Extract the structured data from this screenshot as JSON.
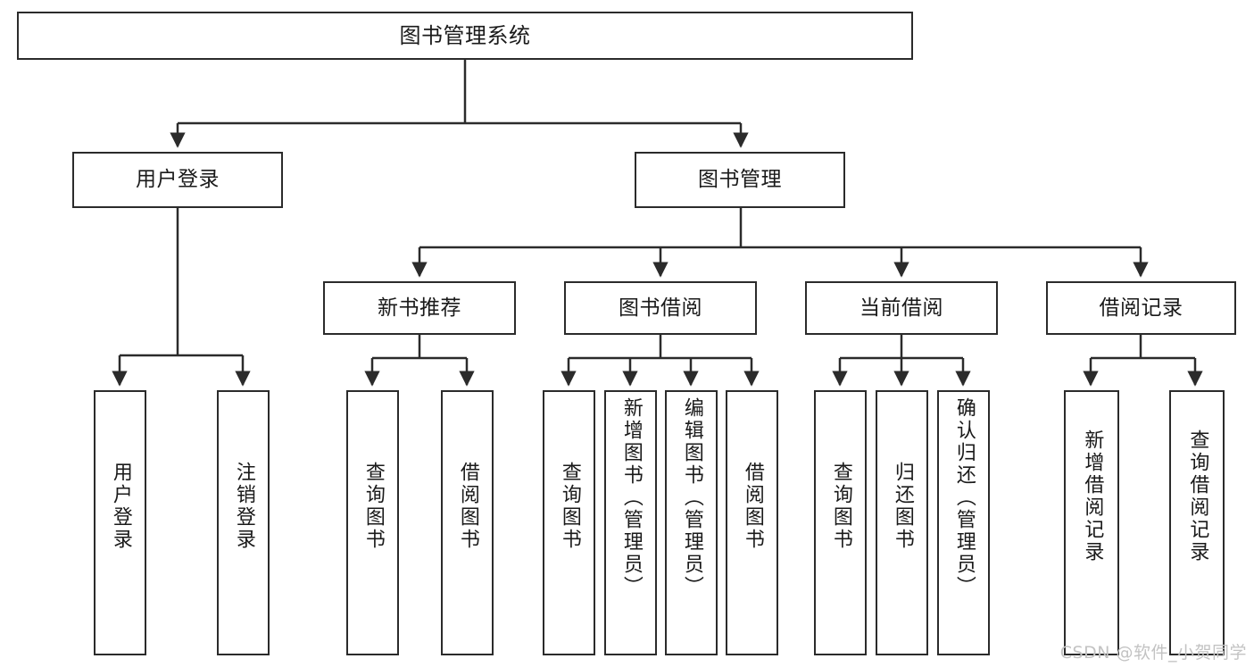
{
  "diagram": {
    "type": "tree",
    "title": "图书管理系统",
    "watermark": "CSDN @软件_小贺同学",
    "colors": {
      "box_border": "#2b2b2b",
      "box_fill": "#ffffff",
      "edge": "#2b2b2b",
      "text": "#1a1a1a",
      "watermark": "#c3c3c3"
    },
    "nodes": {
      "root": {
        "label": "图书管理系统"
      },
      "level2": [
        {
          "label": "用户登录"
        },
        {
          "label": "图书管理"
        }
      ],
      "level3": [
        {
          "label": "新书推荐"
        },
        {
          "label": "图书借阅"
        },
        {
          "label": "当前借阅"
        },
        {
          "label": "借阅记录"
        }
      ],
      "leaves": {
        "user_login": [
          {
            "label": "用户登录"
          },
          {
            "label": "注销登录"
          }
        ],
        "new_book": [
          {
            "label": "查询图书"
          },
          {
            "label": "借阅图书"
          }
        ],
        "book_borrow": [
          {
            "label": "查询图书"
          },
          {
            "label": "新增图书（管理员）"
          },
          {
            "label": "编辑图书（管理员）"
          },
          {
            "label": "借阅图书"
          }
        ],
        "current_borrow": [
          {
            "label": "查询图书"
          },
          {
            "label": "归还图书"
          },
          {
            "label": "确认归还（管理员）"
          }
        ],
        "borrow_record": [
          {
            "label": "新增借阅记录"
          },
          {
            "label": "查询借阅记录"
          }
        ]
      }
    }
  }
}
